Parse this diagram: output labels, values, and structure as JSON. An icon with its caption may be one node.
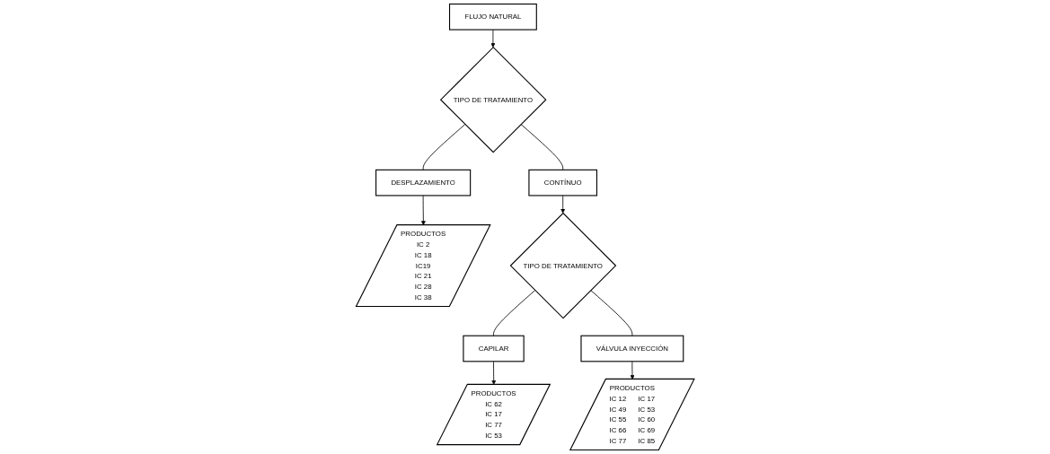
{
  "diagram": {
    "nodes": [
      {
        "text": [
          "FLUJO NATURAL"
        ]
      },
      {
        "text": [
          "TIPO DE TRATAMIENTO"
        ]
      },
      {
        "text": [
          "CONTÍNUO"
        ]
      },
      {
        "text": [
          "DESPLAZAMIENTO"
        ]
      },
      {
        "text": [
          "PRODUCTOS",
          "IC 2",
          "IC 18",
          "IC19",
          "IC 21",
          "IC 28",
          "IC 38"
        ]
      },
      {
        "text": [
          "TIPO DE TRATAMIENTO"
        ]
      },
      {
        "text": [
          "CAPILAR"
        ]
      },
      {
        "text": [
          "VÁLVULA INYECCIÓN"
        ]
      },
      {
        "text": [
          "PRODUCTOS",
          "IC 62",
          "IC 17",
          "IC 77",
          "IC 53"
        ]
      },
      {
        "text": [
          "PRODUCTOS",
          "IC 12",
          "IC 17",
          "IC 49",
          "IC 53",
          "IC 55",
          "IC 60",
          "IC 66",
          "IC 69",
          "IC 77",
          "IC 85"
        ]
      }
    ],
    "edges": [
      {
        "from": 0,
        "to": 1,
        "arrow": "to"
      },
      {
        "from": 1,
        "to": 2,
        "arrow": "none"
      },
      {
        "from": 2,
        "to": 5,
        "arrow": "to"
      },
      {
        "from": 1,
        "to": 3,
        "arrow": "none"
      },
      {
        "from": 3,
        "to": 4,
        "arrow": "to"
      },
      {
        "from": 5,
        "to": 6,
        "arrow": "none"
      },
      {
        "from": 6,
        "to": 8,
        "arrow": "to"
      },
      {
        "from": 5,
        "to": 7,
        "arrow": "none"
      },
      {
        "from": 7,
        "to": 9,
        "arrow": "to"
      }
    ]
  }
}
